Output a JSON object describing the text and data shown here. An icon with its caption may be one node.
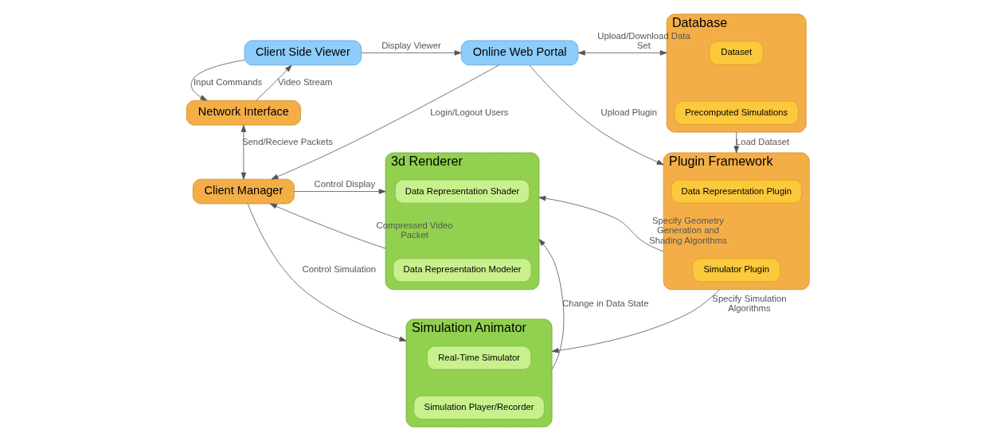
{
  "diagram": {
    "nodes": [
      {
        "text": [
          "Client Side Viewer"
        ]
      },
      {
        "text": [
          "Online Web Portal"
        ]
      },
      {
        "text": [
          "Database"
        ]
      },
      {
        "text": [
          "Dataset"
        ],
        "in": 2
      },
      {
        "text": [
          "Precomputed Simulations"
        ],
        "in": 2
      },
      {
        "text": [
          "Network Interface"
        ]
      },
      {
        "text": [
          "Client Manager"
        ]
      },
      {
        "text": [
          "3d Renderer"
        ]
      },
      {
        "text": [
          "Data Representation Shader"
        ],
        "in": 7
      },
      {
        "text": [
          "Data Representation Modeler"
        ],
        "in": 7
      },
      {
        "text": [
          "Plugin Framework"
        ]
      },
      {
        "text": [
          "Data Representation Plugin"
        ],
        "in": 10
      },
      {
        "text": [
          "Simulator Plugin"
        ],
        "in": 10
      },
      {
        "text": [
          "Simulation Animator"
        ]
      },
      {
        "text": [
          "Real-Time Simulator"
        ],
        "in": 13
      },
      {
        "text": [
          "Simulation Player/Recorder"
        ],
        "in": 13
      }
    ],
    "edges": [
      {
        "from": 0,
        "to": 1,
        "arrow": "to",
        "label": "Display Viewer"
      },
      {
        "from": 1,
        "to": 2,
        "arrow": "both",
        "label": "Upload/Download Data Set"
      },
      {
        "from": 0,
        "to": 5,
        "arrow": "to",
        "label": "Input Commands"
      },
      {
        "from": 5,
        "to": 0,
        "arrow": "to",
        "label": "Video Stream"
      },
      {
        "from": 5,
        "to": 6,
        "arrow": "both",
        "label": "Send/Recieve Packets"
      },
      {
        "from": 1,
        "to": 6,
        "arrow": "to",
        "label": "Login/Logout Users"
      },
      {
        "from": 1,
        "to": 10,
        "arrow": "to",
        "label": "Upload Plugin"
      },
      {
        "from": 2,
        "to": 10,
        "arrow": "to",
        "label": "Load Dataset"
      },
      {
        "from": 6,
        "to": 7,
        "arrow": "to",
        "label": "Control Display"
      },
      {
        "from": 7,
        "to": 6,
        "arrow": "to",
        "label": "Compressed Video Packet"
      },
      {
        "from": 10,
        "to": 7,
        "arrow": "to",
        "label": "Specify Geometry Generation and Shading Algorithms"
      },
      {
        "from": 6,
        "to": 13,
        "arrow": "to",
        "label": "Control Simulation"
      },
      {
        "from": 13,
        "to": 7,
        "arrow": "to",
        "label": "Change in Data State"
      },
      {
        "from": 10,
        "to": 13,
        "arrow": "to",
        "label": "Specify Simulation Algorithms"
      }
    ]
  }
}
